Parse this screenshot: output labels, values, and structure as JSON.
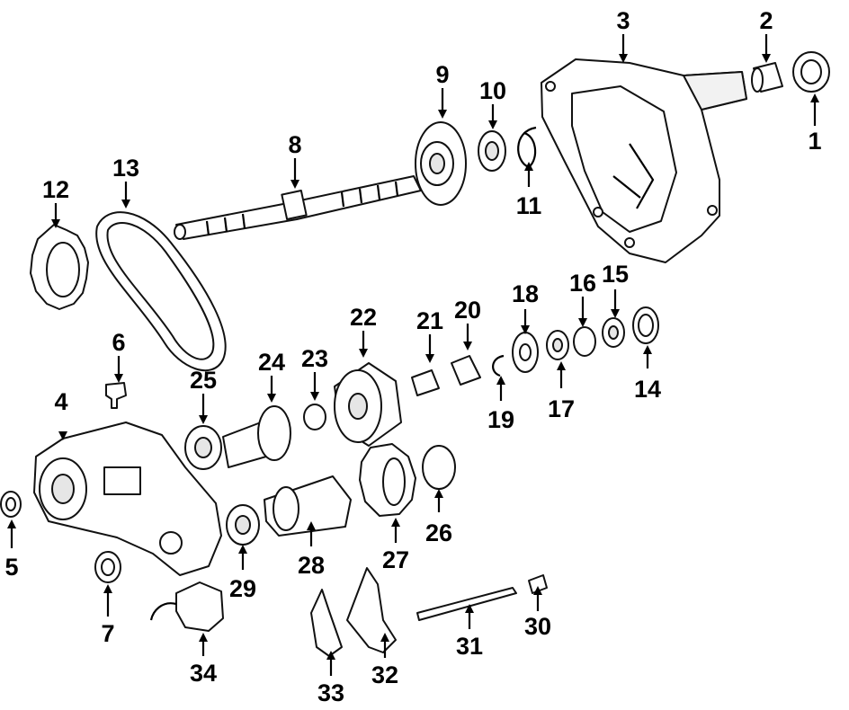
{
  "diagram": {
    "callouts": [
      {
        "id": "p1",
        "label": "1"
      },
      {
        "id": "p2",
        "label": "2"
      },
      {
        "id": "p3",
        "label": "3"
      },
      {
        "id": "p4",
        "label": "4"
      },
      {
        "id": "p5",
        "label": "5"
      },
      {
        "id": "p6",
        "label": "6"
      },
      {
        "id": "p7",
        "label": "7"
      },
      {
        "id": "p8",
        "label": "8"
      },
      {
        "id": "p9",
        "label": "9"
      },
      {
        "id": "p10",
        "label": "10"
      },
      {
        "id": "p11",
        "label": "11"
      },
      {
        "id": "p12",
        "label": "12"
      },
      {
        "id": "p13",
        "label": "13"
      },
      {
        "id": "p14",
        "label": "14"
      },
      {
        "id": "p15",
        "label": "15"
      },
      {
        "id": "p16",
        "label": "16"
      },
      {
        "id": "p17",
        "label": "17"
      },
      {
        "id": "p18",
        "label": "18"
      },
      {
        "id": "p19",
        "label": "19"
      },
      {
        "id": "p20",
        "label": "20"
      },
      {
        "id": "p21",
        "label": "21"
      },
      {
        "id": "p22",
        "label": "22"
      },
      {
        "id": "p23",
        "label": "23"
      },
      {
        "id": "p24",
        "label": "24"
      },
      {
        "id": "p25",
        "label": "25"
      },
      {
        "id": "p26",
        "label": "26"
      },
      {
        "id": "p27",
        "label": "27"
      },
      {
        "id": "p28",
        "label": "28"
      },
      {
        "id": "p29",
        "label": "29"
      },
      {
        "id": "p30",
        "label": "30"
      },
      {
        "id": "p31",
        "label": "31"
      },
      {
        "id": "p32",
        "label": "32"
      },
      {
        "id": "p33",
        "label": "33"
      },
      {
        "id": "p34",
        "label": "34"
      }
    ]
  }
}
